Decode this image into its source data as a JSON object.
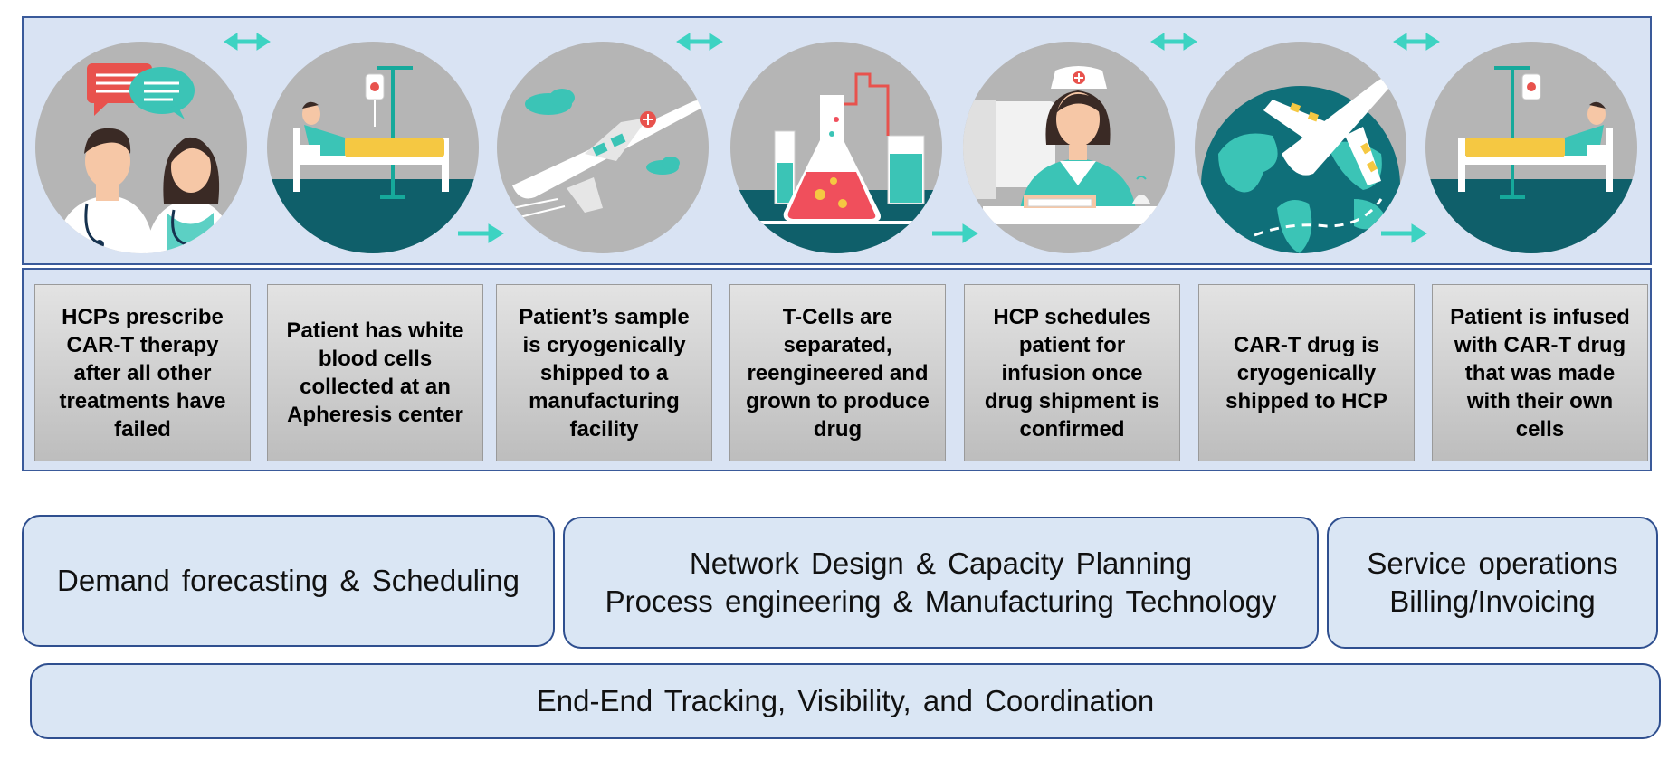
{
  "steps": [
    {
      "text": "HCPs prescribe CAR-T therapy after all other treatments have failed",
      "icon": "doctors-icon"
    },
    {
      "text": "Patient has white blood cells collected at an Apheresis center",
      "icon": "patient-bed-icon"
    },
    {
      "text": "Patient’s sample is cryogenically shipped to a manufacturing facility",
      "icon": "airplane-icon"
    },
    {
      "text": "T-Cells are separated, reengineered and grown to produce drug",
      "icon": "lab-flask-icon"
    },
    {
      "text": "HCP schedules patient for infusion once drug shipment is confirmed",
      "icon": "nurse-icon"
    },
    {
      "text": "CAR-T drug is cryogenically shipped to HCP",
      "icon": "globe-plane-icon"
    },
    {
      "text": "Patient is infused with CAR-T drug that was made with their own cells",
      "icon": "patient-bed-icon"
    }
  ],
  "capabilities": {
    "demand": "Demand forecasting & Scheduling",
    "network_line1": "Network Design & Capacity Planning",
    "network_line2": "Process engineering & Manufacturing Technology",
    "service_line1": "Service operations",
    "service_line2": "Billing/Invoicing",
    "tracking": "End-End Tracking, Visibility, and Coordination"
  },
  "colors": {
    "band": "#d9e3f3",
    "border": "#3a5a9a",
    "arrow": "#3dd3c2",
    "teal_dark": "#0f5f6a",
    "circle_gray": "#b5b5b5"
  }
}
